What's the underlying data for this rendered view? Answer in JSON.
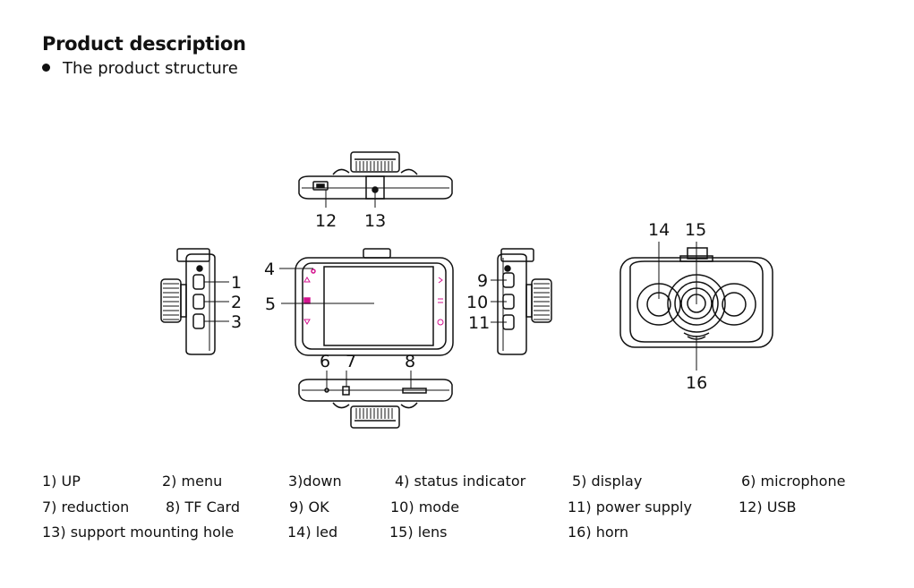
{
  "heading": "Product description",
  "subheading": "The product structure",
  "callouts": {
    "c1": "1",
    "c2": "2",
    "c3": "3",
    "c4": "4",
    "c5": "5",
    "c6": "6",
    "c7": "7",
    "c8": "8",
    "c9": "9",
    "c10": "10",
    "c11": "11",
    "c12": "12",
    "c13": "13",
    "c14": "14",
    "c15": "15",
    "c16": "16"
  },
  "legend": [
    "1) UP",
    "2) menu",
    "3)down",
    "4) status indicator",
    "5) display",
    "6) microphone",
    "7) reduction",
    "8) TF Card",
    "9) OK",
    "10) mode",
    "11) power supply",
    "12) USB",
    "13) support mounting hole",
    "14) led",
    "15) lens",
    "16) horn"
  ],
  "colors": {
    "ink": "#111111",
    "accent": "#d4148f"
  }
}
